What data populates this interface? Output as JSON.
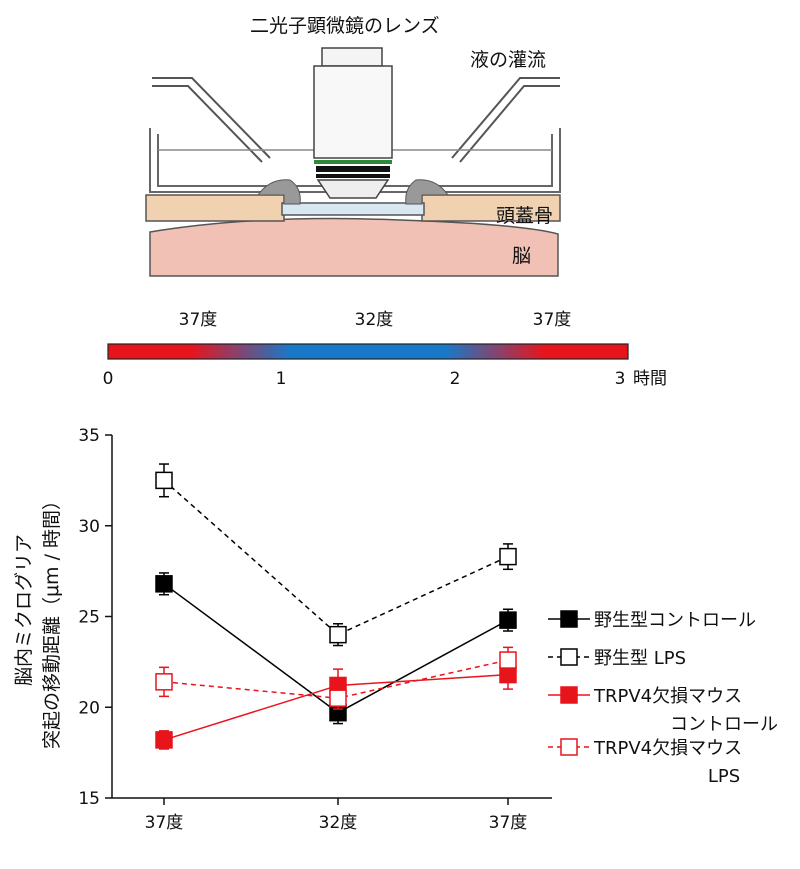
{
  "diagram": {
    "objective_label": "二光子顕微鏡のレンズ",
    "perfusion_label": "液の灌流",
    "skull_label": "頭蓋骨",
    "brain_label": "脳"
  },
  "colors": {
    "skull": "#f0d2b0",
    "brain": "#f1c1b5",
    "glass": "#d8e8f2",
    "lens_ring": "#2d8a3a",
    "red": "#e8141c",
    "blue": "#1a78c8"
  },
  "timeline": {
    "temp_labels": [
      "37度",
      "32度",
      "37度"
    ],
    "ticks": [
      "0",
      "1",
      "2",
      "3"
    ],
    "unit": "時間"
  },
  "chart_data": {
    "type": "line",
    "ylabel_line1": "脳内ミクログリア",
    "ylabel_line2": "突起の移動距離（μm / 時間）",
    "categories": [
      "37度",
      "32度",
      "37度"
    ],
    "ylim": [
      15,
      35
    ],
    "yticks": [
      15,
      20,
      25,
      30,
      35
    ],
    "grid": false,
    "legend_position": "right",
    "series": [
      {
        "name": "野生型コントロール",
        "values": [
          26.8,
          19.7,
          24.8
        ],
        "errors": [
          0.6,
          0.6,
          0.6
        ],
        "color": "#000000",
        "marker": "filled",
        "dash": false
      },
      {
        "name": "野生型 LPS",
        "values": [
          32.5,
          24.0,
          28.3
        ],
        "errors": [
          0.9,
          0.6,
          0.7
        ],
        "color": "#000000",
        "marker": "open",
        "dash": true
      },
      {
        "name": "TRPV4欠損マウス",
        "name2": "コントロール",
        "values": [
          18.2,
          21.2,
          21.8
        ],
        "errors": [
          0.5,
          0.9,
          0.8
        ],
        "color": "#e8141c",
        "marker": "filled",
        "dash": false
      },
      {
        "name": "TRPV4欠損マウス",
        "name2": "LPS",
        "values": [
          21.4,
          20.5,
          22.6
        ],
        "errors": [
          0.8,
          0.6,
          0.7
        ],
        "color": "#e8141c",
        "marker": "open",
        "dash": true
      }
    ]
  }
}
